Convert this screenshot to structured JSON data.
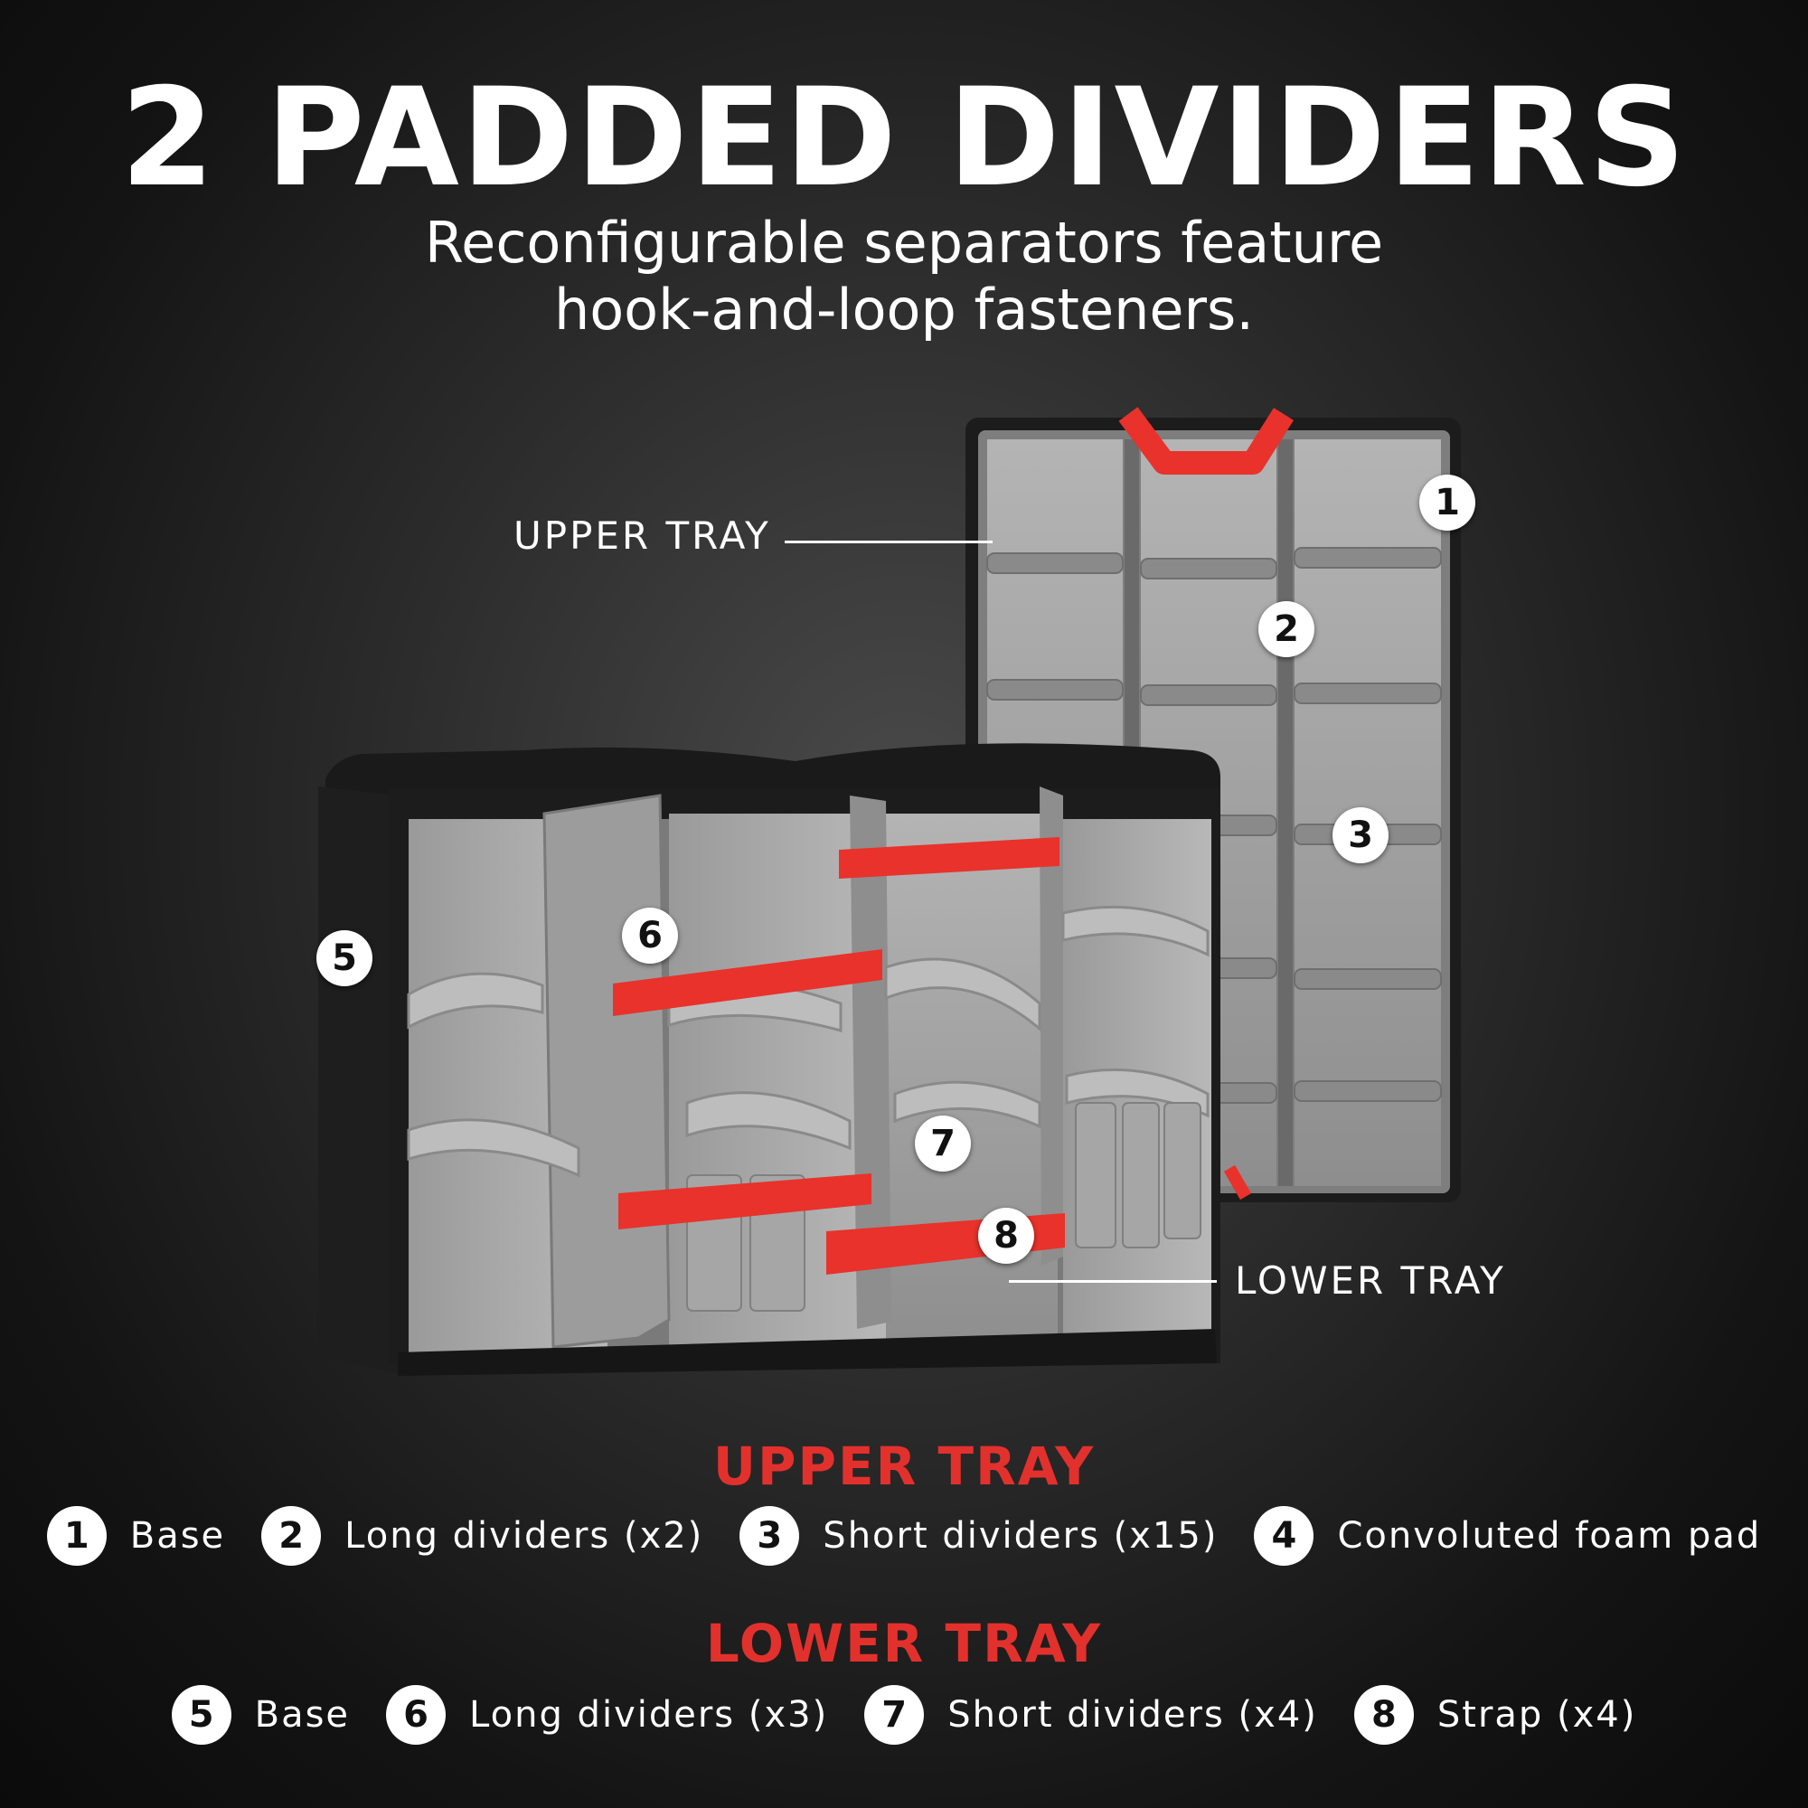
{
  "header": {
    "title": "2 PADDED DIVIDERS",
    "subtitle_line1": "Reconfigurable separators feature",
    "subtitle_line2": "hook-and-loop fasteners."
  },
  "callouts": {
    "upper_tray_label": "UPPER TRAY",
    "lower_tray_label": "LOWER TRAY"
  },
  "markers": [
    "1",
    "2",
    "3",
    "5",
    "6",
    "7",
    "8"
  ],
  "upper_tray": {
    "heading": "UPPER TRAY",
    "items": [
      {
        "num": "1",
        "label": "Base"
      },
      {
        "num": "2",
        "label": "Long dividers (x2)"
      },
      {
        "num": "3",
        "label": "Short dividers (x15)"
      },
      {
        "num": "4",
        "label": "Convoluted foam pad"
      }
    ]
  },
  "lower_tray": {
    "heading": "LOWER TRAY",
    "items": [
      {
        "num": "5",
        "label": "Base"
      },
      {
        "num": "6",
        "label": "Long dividers (x3)"
      },
      {
        "num": "7",
        "label": "Short dividers (x4)"
      },
      {
        "num": "8",
        "label": "Strap (x4)"
      }
    ]
  },
  "colors": {
    "accent_red": "#e2312d",
    "strap_red": "#e8322b",
    "foam_gray": "#a8a8a8",
    "shell_black": "#1c1c1c"
  }
}
